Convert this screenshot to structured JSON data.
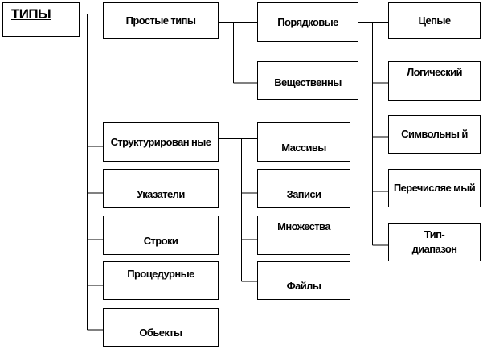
{
  "root": "ТИПЫ",
  "level1": {
    "simple": "Простые типы",
    "structured": "Структурирован ные",
    "pointers": "Указатели",
    "strings": "Строки",
    "procedural": "Процедурные",
    "objects": "Обьекты"
  },
  "simple_children": {
    "ordinal": "Порядковые",
    "real": "Вещественны"
  },
  "ordinal_children": {
    "integer": "Цепые",
    "logical": "Логический",
    "char": "Символьны й",
    "enum": "Перечисляе мый",
    "range": "Тип-диапазон"
  },
  "structured_children": {
    "arrays": "Массивы",
    "records": "Записи",
    "sets": "Множества",
    "files": "Файлы"
  }
}
